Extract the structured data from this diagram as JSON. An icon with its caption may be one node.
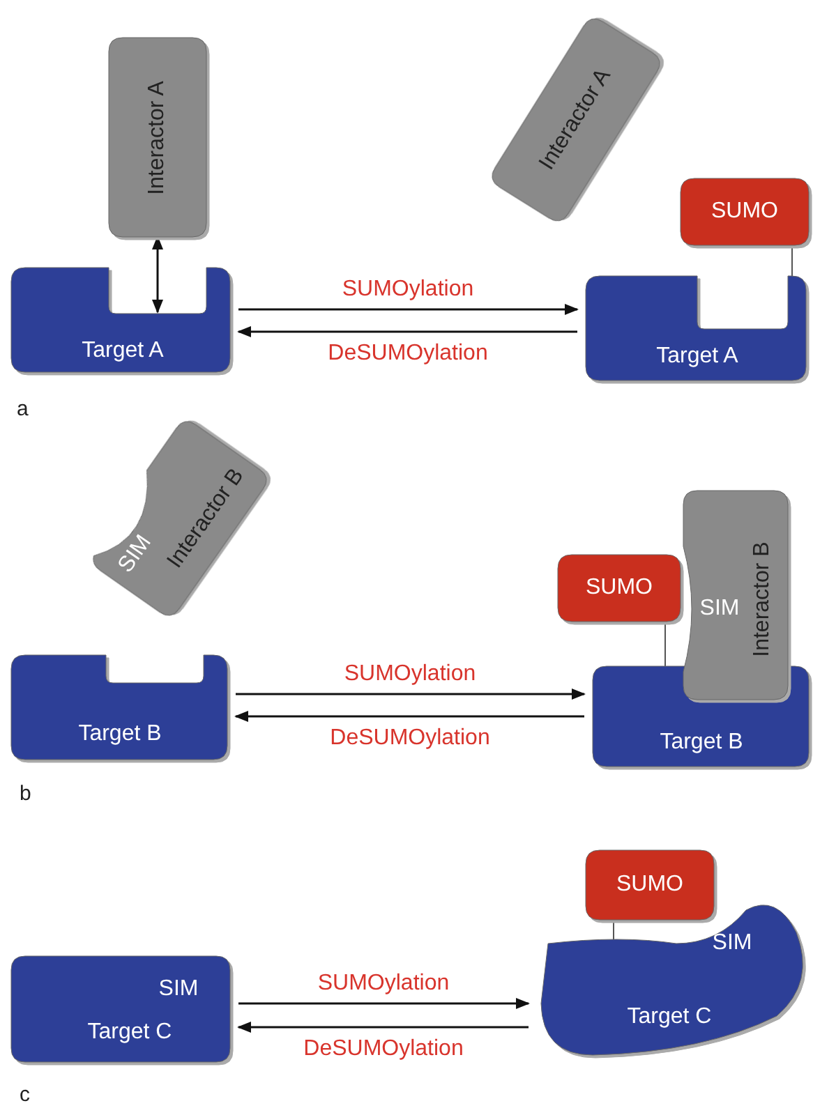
{
  "diagram": {
    "nodes": [
      {
        "text": [
          "Interactor A"
        ]
      },
      {
        "text": [
          "Target A"
        ]
      },
      {
        "text": [
          "Interactor A"
        ]
      },
      {
        "text": [
          "SUMO"
        ]
      },
      {
        "text": [
          "Target A"
        ]
      },
      {
        "text": [
          "SIM",
          "Interactor B"
        ]
      },
      {
        "text": [
          "Target B"
        ]
      },
      {
        "text": [
          "SUMO"
        ]
      },
      {
        "text": [
          "SIM",
          "Interactor B"
        ]
      },
      {
        "text": [
          "Target B"
        ]
      },
      {
        "text": [
          "SIM",
          "Target C"
        ]
      },
      {
        "text": [
          "SUMO"
        ]
      },
      {
        "text": [
          "SIM",
          "Target C"
        ]
      }
    ],
    "edges": [
      {
        "from": 0,
        "to": 1,
        "arrow": "both"
      },
      {
        "from": 1,
        "to": 4,
        "arrow": "to",
        "label": "SUMOylation"
      },
      {
        "from": 4,
        "to": 1,
        "arrow": "to",
        "label": "DeSUMOylation"
      },
      {
        "from": 3,
        "to": 4,
        "arrow": "none"
      },
      {
        "from": 6,
        "to": 9,
        "arrow": "to",
        "label": "SUMOylation"
      },
      {
        "from": 9,
        "to": 6,
        "arrow": "to",
        "label": "DeSUMOylation"
      },
      {
        "from": 7,
        "to": 9,
        "arrow": "none"
      },
      {
        "from": 10,
        "to": 12,
        "arrow": "to",
        "label": "SUMOylation"
      },
      {
        "from": 12,
        "to": 10,
        "arrow": "to",
        "label": "DeSUMOylation"
      },
      {
        "from": 11,
        "to": 12,
        "arrow": "none"
      }
    ],
    "labels": [
      "a",
      "b",
      "c"
    ]
  }
}
